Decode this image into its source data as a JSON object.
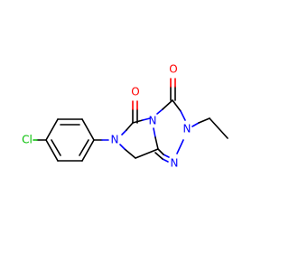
{
  "atoms": {
    "chlorine": {
      "label": "Cl",
      "color": "#00bf00"
    },
    "n6": {
      "label": "N",
      "color": "#0000ff"
    },
    "n_bridge": {
      "label": "N",
      "color": "#0000ff"
    },
    "n2": {
      "label": "N",
      "color": "#0000ff"
    },
    "n1": {
      "label": "N",
      "color": "#0000ff"
    },
    "o5": {
      "label": "O",
      "color": "#ff0000"
    },
    "o3": {
      "label": "O",
      "color": "#ff0000"
    }
  },
  "colors": {
    "bond": "#000000",
    "nitrogen": "#0000ff",
    "oxygen": "#ff0000",
    "chlorine": "#00bf00",
    "background": "#ffffff"
  }
}
